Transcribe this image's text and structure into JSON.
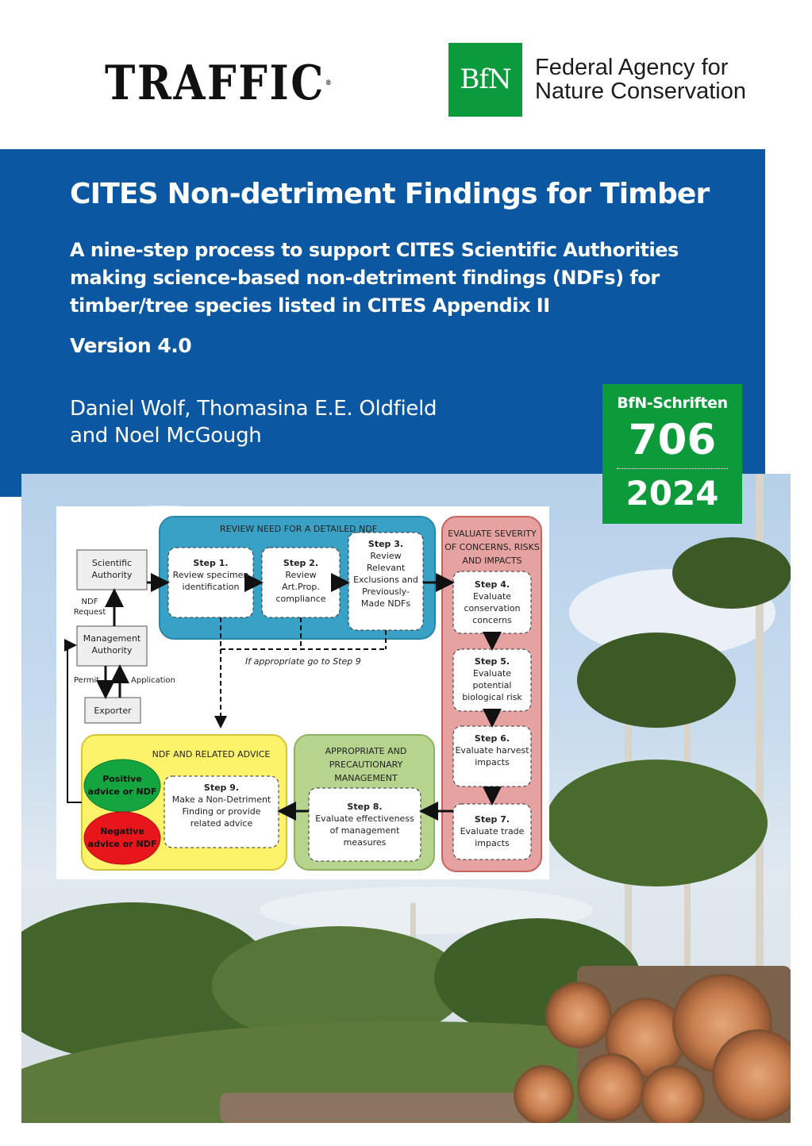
{
  "header": {
    "traffic_logo": "TRAFFIC",
    "traffic_reg": "®",
    "bfn_logo": "BfN",
    "agency_name": [
      "Federal Agency for",
      "Nature Conservation"
    ]
  },
  "title_band": {
    "title": "CITES Non-detriment Findings for Timber",
    "subtitle": "A nine-step process to support CITES Scientific Authorities making science-based non-detriment findings (NDFs) for timber/tree species listed in CITES Appendix II",
    "version": "Version 4.0",
    "authors": [
      "Daniel Wolf, Thomasina E.E. Oldfield",
      "and Noel McGough"
    ]
  },
  "series": {
    "name": "BfN-Schriften",
    "number": "706",
    "year": "2024"
  },
  "diagram": {
    "actors": {
      "scientific_authority": "Scientific Authority",
      "management_authority": "Management Authority",
      "exporter": "Exporter",
      "ndf_request": "NDF Request",
      "permit": "Permit",
      "application": "Application"
    },
    "panels": {
      "review": "REVIEW NEED FOR A DETAILED NDF",
      "evaluate": "EVALUATE SEVERITY OF CONCERNS, RISKS AND IMPACTS",
      "management": "APPROPRIATE AND PRECAUTIONARY MANAGEMENT",
      "advice": "NDF AND RELATED ADVICE"
    },
    "steps": [
      {
        "label": "Step 1.",
        "text": "Review specimen identification"
      },
      {
        "label": "Step 2.",
        "text": "Review Art.Prop. compliance"
      },
      {
        "label": "Step 3.",
        "text": "Review Relevant Exclusions and Previously-Made NDFs"
      },
      {
        "label": "Step 4.",
        "text": "Evaluate conservation concerns"
      },
      {
        "label": "Step 5.",
        "text": "Evaluate potential biological risk"
      },
      {
        "label": "Step 6.",
        "text": "Evaluate harvest impacts"
      },
      {
        "label": "Step 7.",
        "text": "Evaluate trade impacts"
      },
      {
        "label": "Step 8.",
        "text": "Evaluate effectiveness of management measures"
      },
      {
        "label": "Step 9.",
        "text": "Make a Non-Detriment Finding or provide related advice"
      }
    ],
    "skip_note": "If appropriate go to Step 9",
    "positive": "Positive advice or NDF",
    "negative": "Negative advice or NDF",
    "colors": {
      "review": "#3aa1c6",
      "evaluate": "#e5a2a0",
      "management": "#b6d48d",
      "advice": "#fdf36a",
      "positive": "#15a540",
      "negative": "#e8161b"
    }
  }
}
